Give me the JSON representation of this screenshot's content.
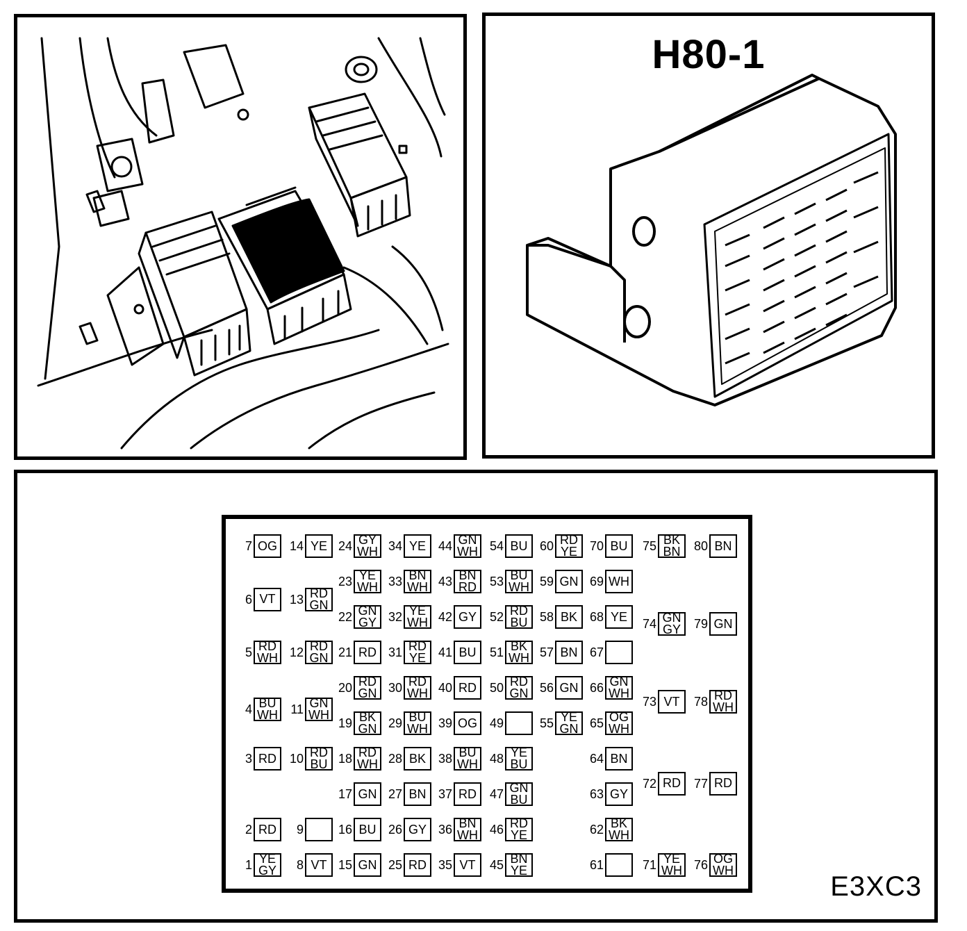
{
  "connector": {
    "title": "H80-1",
    "code": "E3XC3"
  },
  "pins": [
    {
      "num": "1",
      "colors": [
        "YE",
        "GY"
      ],
      "col": 0,
      "row": 9
    },
    {
      "num": "2",
      "colors": [
        "RD"
      ],
      "col": 0,
      "row": 8
    },
    {
      "num": "3",
      "colors": [
        "RD"
      ],
      "col": 0,
      "row": 6
    },
    {
      "num": "4",
      "colors": [
        "BU",
        "WH"
      ],
      "col": 0,
      "row": 4.6
    },
    {
      "num": "5",
      "colors": [
        "RD",
        "WH"
      ],
      "col": 0,
      "row": 3
    },
    {
      "num": "6",
      "colors": [
        "VT"
      ],
      "col": 0,
      "row": 1.5
    },
    {
      "num": "7",
      "colors": [
        "OG"
      ],
      "col": 0,
      "row": 0
    },
    {
      "num": "8",
      "colors": [
        "VT"
      ],
      "col": 1,
      "row": 9
    },
    {
      "num": "9",
      "colors": [],
      "col": 1,
      "row": 8
    },
    {
      "num": "10",
      "colors": [
        "RD",
        "BU"
      ],
      "col": 1,
      "row": 6
    },
    {
      "num": "11",
      "colors": [
        "GN",
        "WH"
      ],
      "col": 1,
      "row": 4.6
    },
    {
      "num": "12",
      "colors": [
        "RD",
        "GN"
      ],
      "col": 1,
      "row": 3
    },
    {
      "num": "13",
      "colors": [
        "RD",
        "GN"
      ],
      "col": 1,
      "row": 1.5
    },
    {
      "num": "14",
      "colors": [
        "YE"
      ],
      "col": 1,
      "row": 0
    },
    {
      "num": "15",
      "colors": [
        "GN"
      ],
      "col": 2,
      "row": 9
    },
    {
      "num": "16",
      "colors": [
        "BU"
      ],
      "col": 2,
      "row": 8
    },
    {
      "num": "17",
      "colors": [
        "GN"
      ],
      "col": 2,
      "row": 7
    },
    {
      "num": "18",
      "colors": [
        "RD",
        "WH"
      ],
      "col": 2,
      "row": 6
    },
    {
      "num": "19",
      "colors": [
        "BK",
        "GN"
      ],
      "col": 2,
      "row": 5
    },
    {
      "num": "20",
      "colors": [
        "RD",
        "GN"
      ],
      "col": 2,
      "row": 4
    },
    {
      "num": "21",
      "colors": [
        "RD"
      ],
      "col": 2,
      "row": 3
    },
    {
      "num": "22",
      "colors": [
        "GN",
        "GY"
      ],
      "col": 2,
      "row": 2
    },
    {
      "num": "23",
      "colors": [
        "YE",
        "WH"
      ],
      "col": 2,
      "row": 1
    },
    {
      "num": "24",
      "colors": [
        "GY",
        "WH"
      ],
      "col": 2,
      "row": 0
    },
    {
      "num": "25",
      "colors": [
        "RD"
      ],
      "col": 3,
      "row": 9
    },
    {
      "num": "26",
      "colors": [
        "GY"
      ],
      "col": 3,
      "row": 8
    },
    {
      "num": "27",
      "colors": [
        "BN"
      ],
      "col": 3,
      "row": 7
    },
    {
      "num": "28",
      "colors": [
        "BK"
      ],
      "col": 3,
      "row": 6
    },
    {
      "num": "29",
      "colors": [
        "BU",
        "WH"
      ],
      "col": 3,
      "row": 5
    },
    {
      "num": "30",
      "colors": [
        "RD",
        "WH"
      ],
      "col": 3,
      "row": 4
    },
    {
      "num": "31",
      "colors": [
        "RD",
        "YE"
      ],
      "col": 3,
      "row": 3
    },
    {
      "num": "32",
      "colors": [
        "YE",
        "WH"
      ],
      "col": 3,
      "row": 2
    },
    {
      "num": "33",
      "colors": [
        "BN",
        "WH"
      ],
      "col": 3,
      "row": 1
    },
    {
      "num": "34",
      "colors": [
        "YE"
      ],
      "col": 3,
      "row": 0
    },
    {
      "num": "35",
      "colors": [
        "VT"
      ],
      "col": 4,
      "row": 9
    },
    {
      "num": "36",
      "colors": [
        "BN",
        "WH"
      ],
      "col": 4,
      "row": 8
    },
    {
      "num": "37",
      "colors": [
        "RD"
      ],
      "col": 4,
      "row": 7
    },
    {
      "num": "38",
      "colors": [
        "BU",
        "WH"
      ],
      "col": 4,
      "row": 6
    },
    {
      "num": "39",
      "colors": [
        "OG"
      ],
      "col": 4,
      "row": 5
    },
    {
      "num": "40",
      "colors": [
        "RD"
      ],
      "col": 4,
      "row": 4
    },
    {
      "num": "41",
      "colors": [
        "BU"
      ],
      "col": 4,
      "row": 3
    },
    {
      "num": "42",
      "colors": [
        "GY"
      ],
      "col": 4,
      "row": 2
    },
    {
      "num": "43",
      "colors": [
        "BN",
        "RD"
      ],
      "col": 4,
      "row": 1
    },
    {
      "num": "44",
      "colors": [
        "GN",
        "WH"
      ],
      "col": 4,
      "row": 0
    },
    {
      "num": "45",
      "colors": [
        "BN",
        "YE"
      ],
      "col": 5,
      "row": 9
    },
    {
      "num": "46",
      "colors": [
        "RD",
        "YE"
      ],
      "col": 5,
      "row": 8
    },
    {
      "num": "47",
      "colors": [
        "GN",
        "BU"
      ],
      "col": 5,
      "row": 7
    },
    {
      "num": "48",
      "colors": [
        "YE",
        "BU"
      ],
      "col": 5,
      "row": 6
    },
    {
      "num": "49",
      "colors": [],
      "col": 5,
      "row": 5
    },
    {
      "num": "50",
      "colors": [
        "RD",
        "GN"
      ],
      "col": 5,
      "row": 4
    },
    {
      "num": "51",
      "colors": [
        "BK",
        "WH"
      ],
      "col": 5,
      "row": 3
    },
    {
      "num": "52",
      "colors": [
        "RD",
        "BU"
      ],
      "col": 5,
      "row": 2
    },
    {
      "num": "53",
      "colors": [
        "BU",
        "WH"
      ],
      "col": 5,
      "row": 1
    },
    {
      "num": "54",
      "colors": [
        "BU"
      ],
      "col": 5,
      "row": 0
    },
    {
      "num": "55",
      "colors": [
        "YE",
        "GN"
      ],
      "col": 6,
      "row": 5
    },
    {
      "num": "56",
      "colors": [
        "GN"
      ],
      "col": 6,
      "row": 4
    },
    {
      "num": "57",
      "colors": [
        "BN"
      ],
      "col": 6,
      "row": 3
    },
    {
      "num": "58",
      "colors": [
        "BK"
      ],
      "col": 6,
      "row": 2
    },
    {
      "num": "59",
      "colors": [
        "GN"
      ],
      "col": 6,
      "row": 1
    },
    {
      "num": "60",
      "colors": [
        "RD",
        "YE"
      ],
      "col": 6,
      "row": 0
    },
    {
      "num": "61",
      "colors": [],
      "col": 7,
      "row": 9
    },
    {
      "num": "62",
      "colors": [
        "BK",
        "WH"
      ],
      "col": 7,
      "row": 8
    },
    {
      "num": "63",
      "colors": [
        "GY"
      ],
      "col": 7,
      "row": 7
    },
    {
      "num": "64",
      "colors": [
        "BN"
      ],
      "col": 7,
      "row": 6
    },
    {
      "num": "65",
      "colors": [
        "OG",
        "WH"
      ],
      "col": 7,
      "row": 5
    },
    {
      "num": "66",
      "colors": [
        "GN",
        "WH"
      ],
      "col": 7,
      "row": 4
    },
    {
      "num": "67",
      "colors": [],
      "col": 7,
      "row": 3
    },
    {
      "num": "68",
      "colors": [
        "YE"
      ],
      "col": 7,
      "row": 2
    },
    {
      "num": "69",
      "colors": [
        "WH"
      ],
      "col": 7,
      "row": 1
    },
    {
      "num": "70",
      "colors": [
        "BU"
      ],
      "col": 7,
      "row": 0
    },
    {
      "num": "71",
      "colors": [
        "YE",
        "WH"
      ],
      "col": 8,
      "row": 9
    },
    {
      "num": "72",
      "colors": [
        "RD"
      ],
      "col": 8,
      "row": 6.7
    },
    {
      "num": "73",
      "colors": [
        "VT"
      ],
      "col": 8,
      "row": 4.4
    },
    {
      "num": "74",
      "colors": [
        "GN",
        "GY"
      ],
      "col": 8,
      "row": 2.2
    },
    {
      "num": "75",
      "colors": [
        "BK",
        "BN"
      ],
      "col": 8,
      "row": 0
    },
    {
      "num": "76",
      "colors": [
        "OG",
        "WH"
      ],
      "col": 9,
      "row": 9
    },
    {
      "num": "77",
      "colors": [
        "RD"
      ],
      "col": 9,
      "row": 6.7
    },
    {
      "num": "78",
      "colors": [
        "RD",
        "WH"
      ],
      "col": 9,
      "row": 4.4
    },
    {
      "num": "79",
      "colors": [
        "GN"
      ],
      "col": 9,
      "row": 2.2
    },
    {
      "num": "80",
      "colors": [
        "BN"
      ],
      "col": 9,
      "row": 0
    }
  ]
}
